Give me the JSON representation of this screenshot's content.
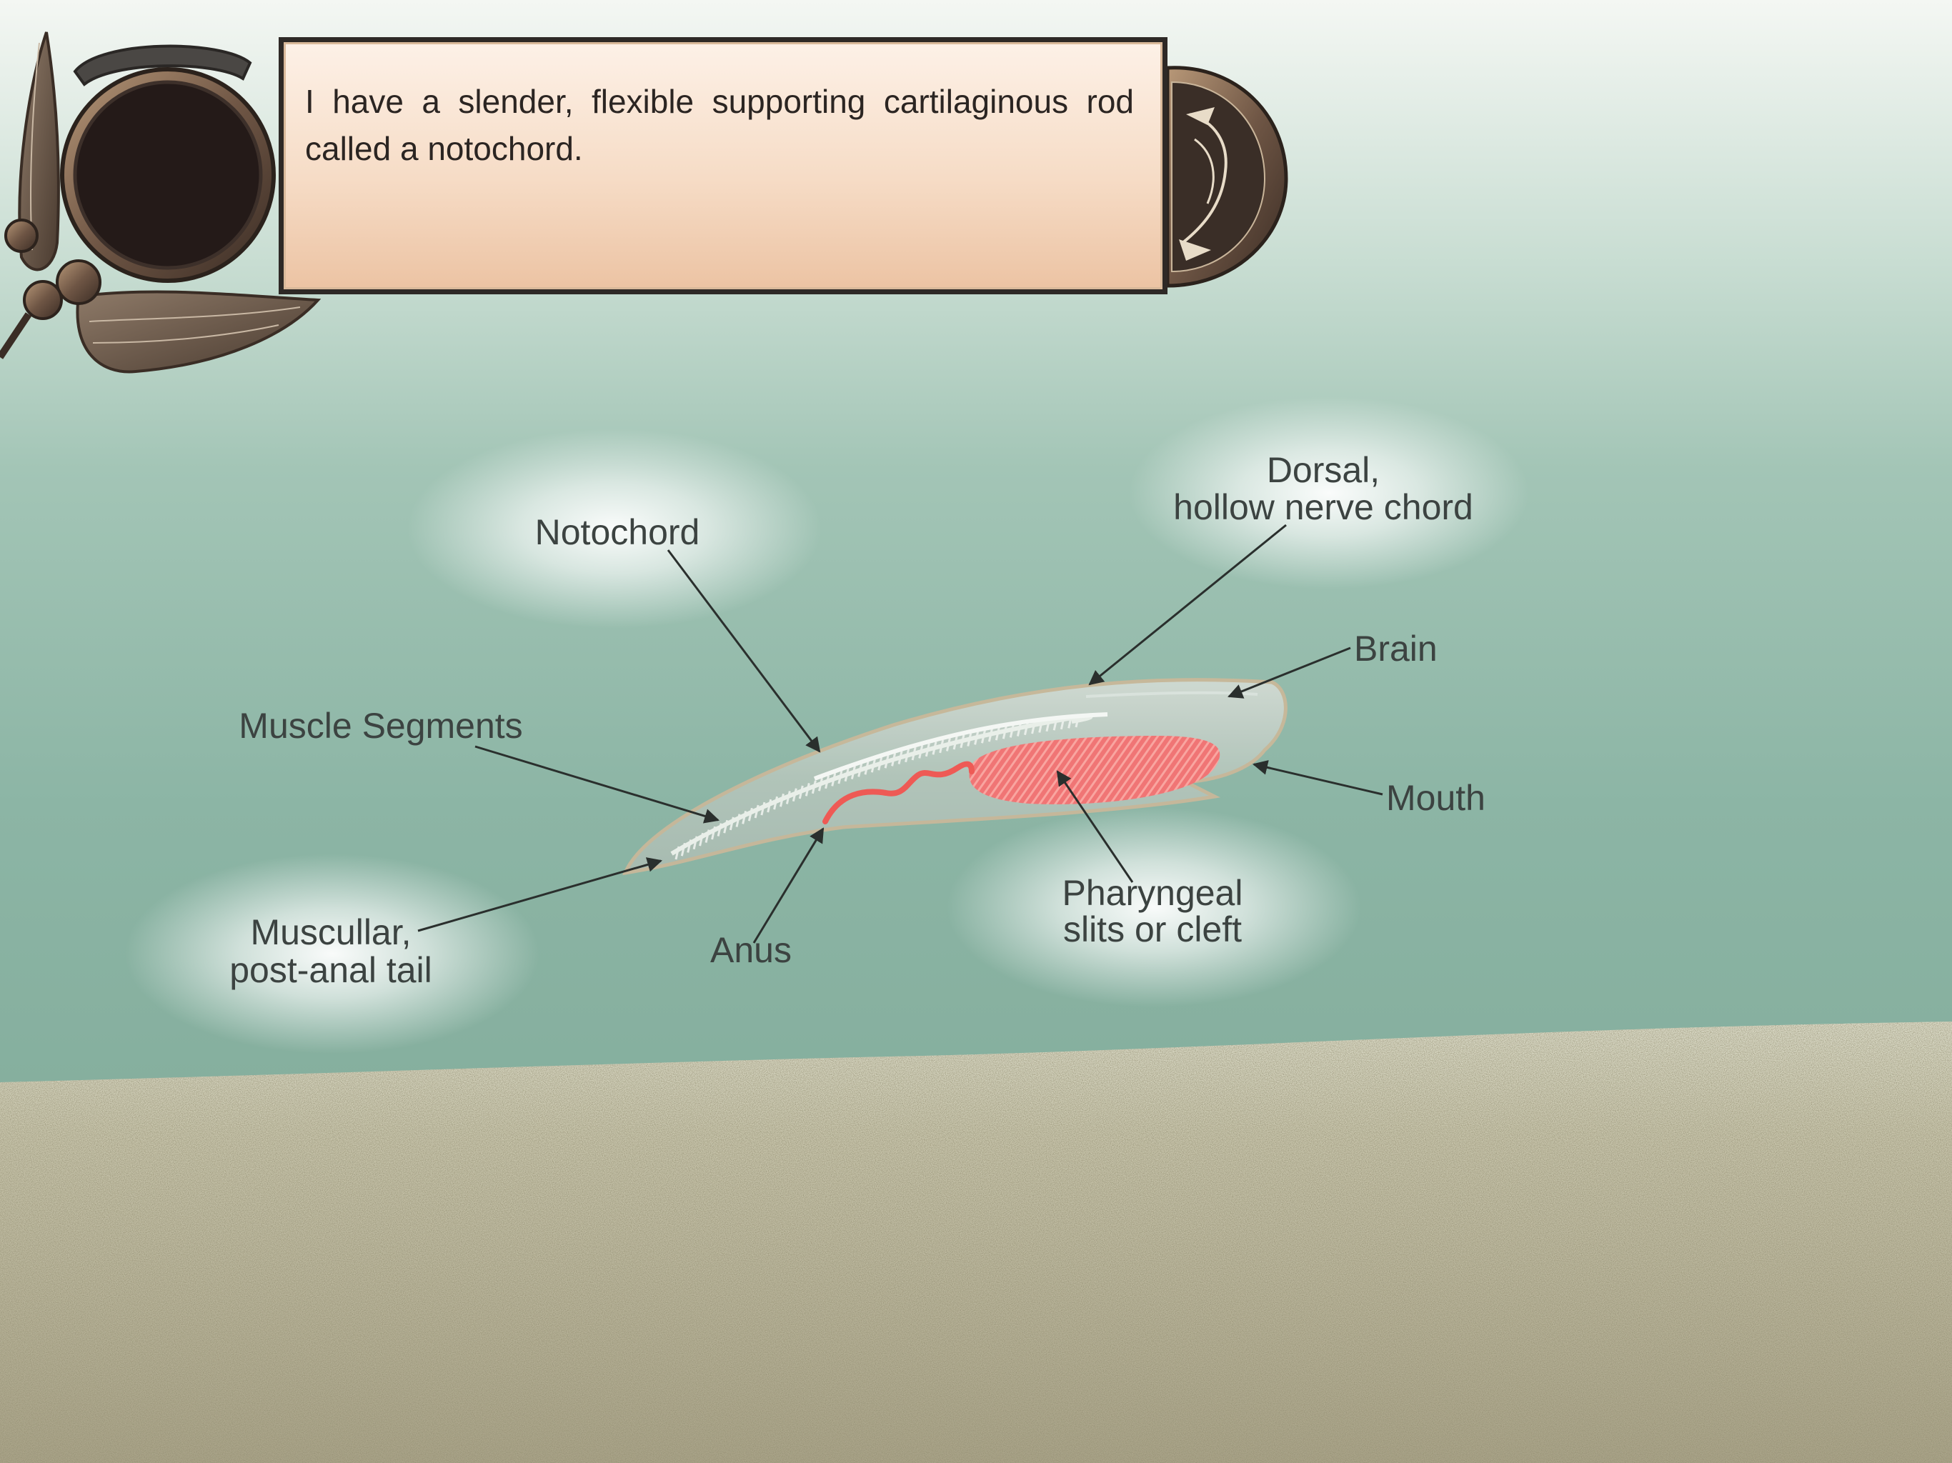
{
  "dialog": {
    "text": "I have a slender, flexible supporting cartilaginous rod called a notochord."
  },
  "diagram": {
    "labels": {
      "notochord": "Notochord",
      "dorsal_line1": "Dorsal,",
      "dorsal_line2": "hollow nerve chord",
      "brain": "Brain",
      "muscle_segments": "Muscle Segments",
      "mouth": "Mouth",
      "tail_line1": "Muscullar,",
      "tail_line2": "post-anal tail",
      "anus": "Anus",
      "pharyngeal_line1": "Pharyngeal",
      "pharyngeal_line2": "slits or cleft"
    }
  },
  "icons": {
    "left_medallion": "dark-portrait-frame-icon",
    "right_medallion": "fish-emblem-icon",
    "ornament": "dragonfly-wing-ornament-icon"
  },
  "colors": {
    "water_top": "#eef3ee",
    "water_mid": "#8cb4a4",
    "sand": "#c6c2a8",
    "label_text": "#3c4341",
    "pharynx": "#f07070",
    "gut": "#ee5a55"
  }
}
